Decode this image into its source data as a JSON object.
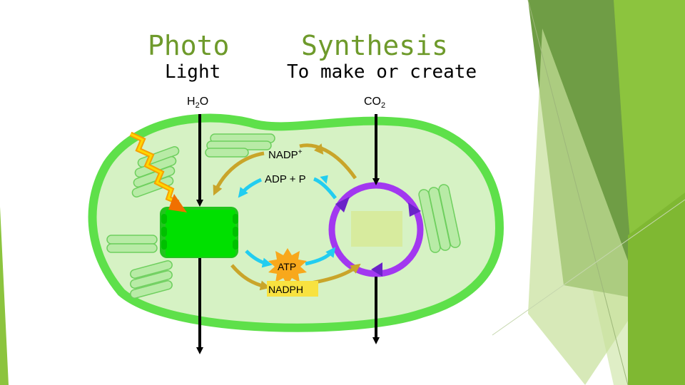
{
  "title": {
    "left": "Photo",
    "right": "Synthesis"
  },
  "subtitle": {
    "left": "Light",
    "right": "To make or create"
  },
  "diagram": {
    "input_left": "H",
    "input_left_sub": "2",
    "input_left_tail": "O",
    "input_right": "CO",
    "input_right_sub": "2",
    "nadp_label": "NADP",
    "nadp_sup": "+",
    "adp_label": "ADP + P",
    "atp_label": "ATP",
    "nadph_label": "NADPH"
  },
  "colors": {
    "chloroplast_outer": "#5ee04a",
    "chloroplast_inner": "#d6f2c4",
    "thylakoid": "#00e000",
    "cycle": "#a238f0",
    "cycle_arrow": "#6a22c8",
    "cyan_arrow": "#22cdf0",
    "gold_arrow": "#c9a52a",
    "atp_badge": "#f8a81c",
    "nadph_box": "#f8e240",
    "accent_green": "#8cc43e"
  }
}
